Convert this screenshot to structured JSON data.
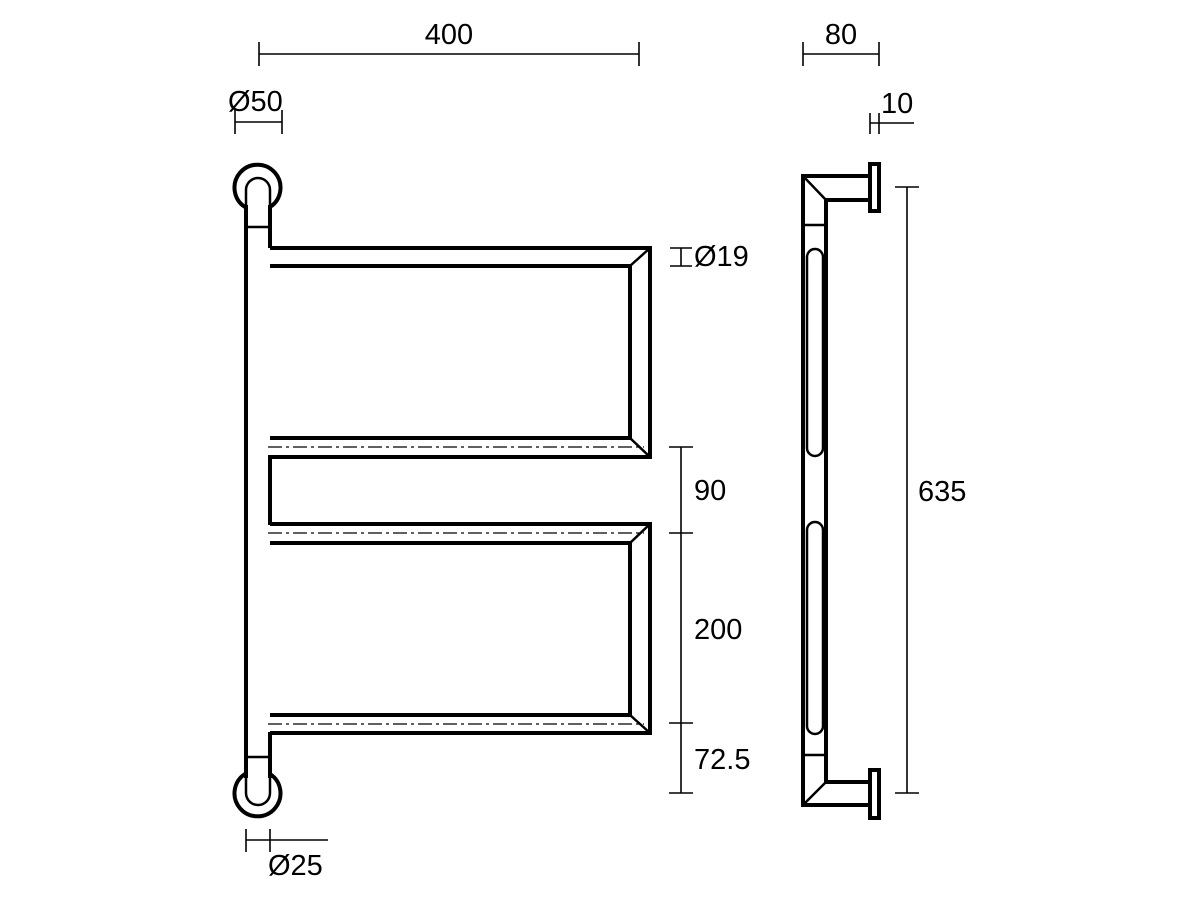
{
  "drawing": {
    "type": "technical-dimension-drawing",
    "subject": "swivel towel rail, front and side view",
    "line_color": "#000000",
    "background": "#ffffff"
  },
  "front_view": {
    "dimensions": {
      "overall_width": "400",
      "flange_diameter": "Ø50",
      "rail_diameter": "Ø19",
      "post_diameter": "Ø25",
      "gap_between_arms": "90",
      "arm_height": "200",
      "bottom_offset": "72.5"
    }
  },
  "side_view": {
    "dimensions": {
      "projection_depth": "80",
      "flange_thickness": "10",
      "overall_height": "635"
    }
  }
}
